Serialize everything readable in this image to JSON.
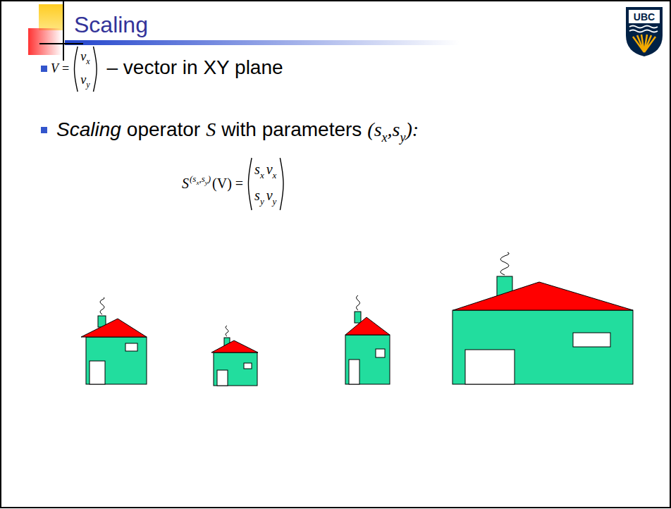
{
  "diagram": {
    "title": "Scaling",
    "labels": [
      "UBC",
      "V",
      "=",
      "v",
      "x",
      "v",
      "y",
      "– vector in XY plane",
      "Scaling",
      "operator",
      "S",
      "with parameters",
      "(s",
      "x",
      ",s",
      "y",
      "):",
      "S",
      "(s",
      "x",
      ",s",
      "y",
      ")",
      "(V) =",
      "s",
      "x",
      "v",
      "x",
      "s",
      "y",
      "v",
      "y"
    ]
  }
}
